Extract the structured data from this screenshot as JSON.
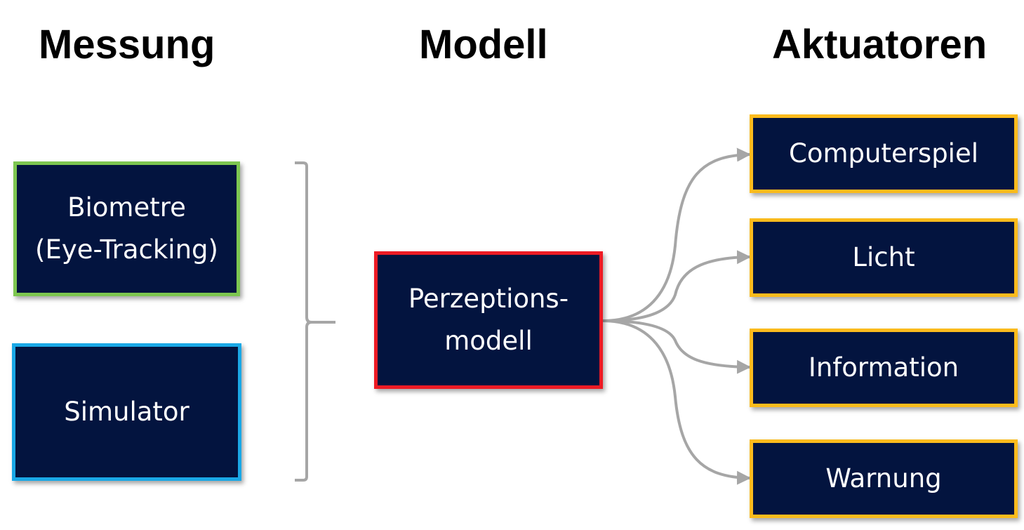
{
  "headings": {
    "measurement": "Messung",
    "model": "Modell",
    "actuators": "Aktuatoren"
  },
  "inputs": {
    "biometre": [
      "Biometre",
      "(Eye-Tracking)"
    ],
    "simulator": "Simulator"
  },
  "model": {
    "label": [
      "Perzeptions-",
      "modell"
    ]
  },
  "actuators": [
    "Computerspiel",
    "Licht",
    "Information",
    "Warnung"
  ],
  "colors": {
    "box_fill": "#03143f",
    "biometre_border": "#7dc650",
    "simulator_border": "#1aa8e6",
    "model_border": "#ee1b24",
    "actuator_border": "#fbbb1c",
    "connector": "#a6a6a6"
  }
}
